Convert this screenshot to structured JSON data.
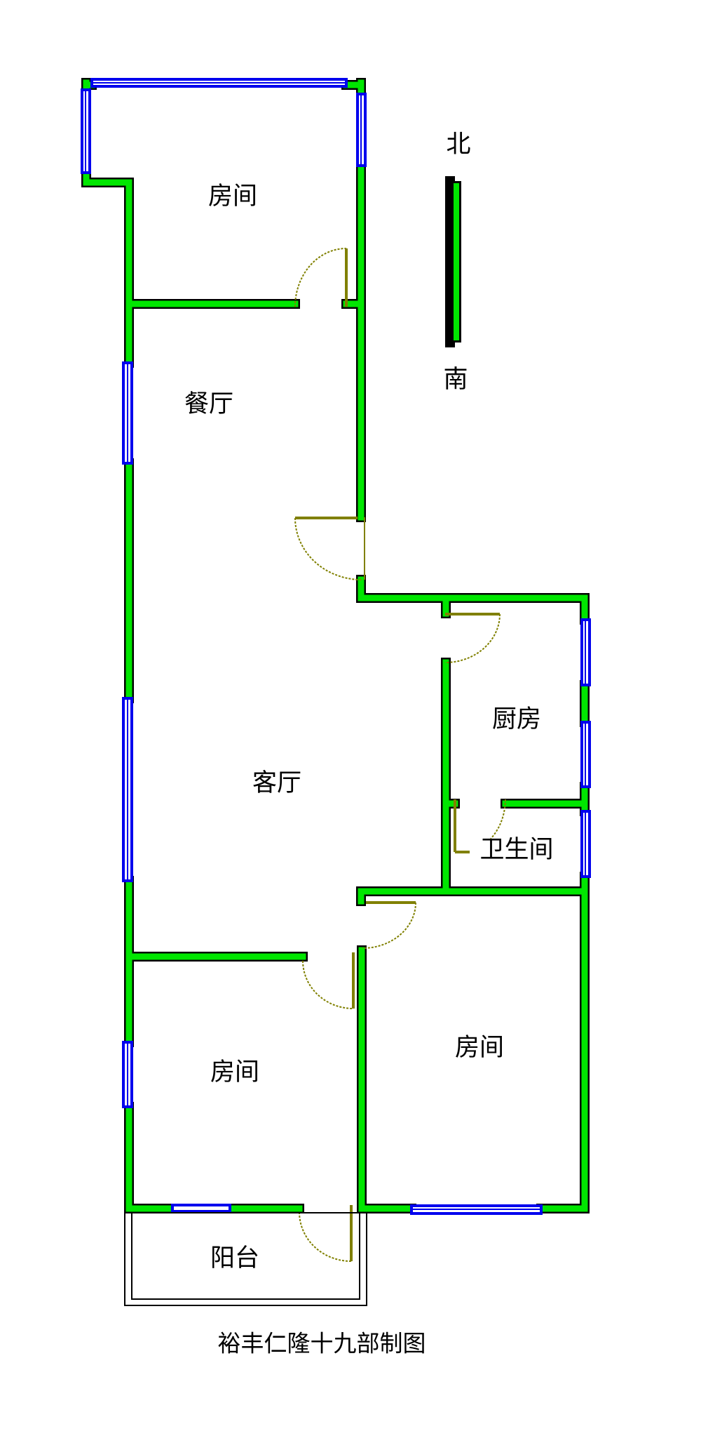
{
  "rooms": {
    "bedroom_north": "房间",
    "dining": "餐厅",
    "living": "客厅",
    "kitchen": "厨房",
    "bathroom": "卫生间",
    "bedroom_southwest": "房间",
    "bedroom_southeast": "房间",
    "balcony": "阳台"
  },
  "compass": {
    "north": "北",
    "south": "南"
  },
  "caption": "裕丰仁隆十九部制图",
  "colors": {
    "wall": "#00e600",
    "window": "#0000ee",
    "door": "#808000"
  }
}
